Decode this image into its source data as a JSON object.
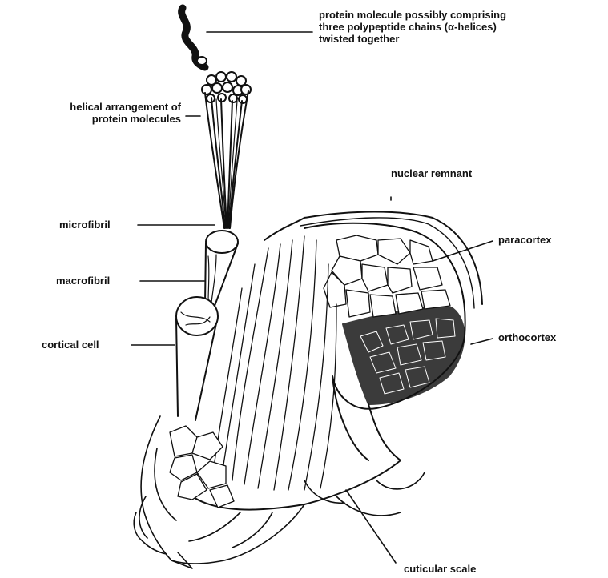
{
  "labels": {
    "protein_molecule": [
      "protein molecule possibly comprising",
      "three polypeptide chains (α-helices)",
      "twisted together"
    ],
    "helical_arrangement": [
      "helical arrangement of",
      "protein molecules"
    ],
    "microfibril": "microfibril",
    "macrofibril": "macrofibril",
    "cortical_cell": "cortical cell",
    "nuclear_remnant": "nuclear remnant",
    "paracortex": "paracortex",
    "orthocortex": "orthocortex",
    "cuticular_scale": "cuticular scale"
  },
  "colors": {
    "ink": "#111111",
    "paper": "#ffffff"
  }
}
